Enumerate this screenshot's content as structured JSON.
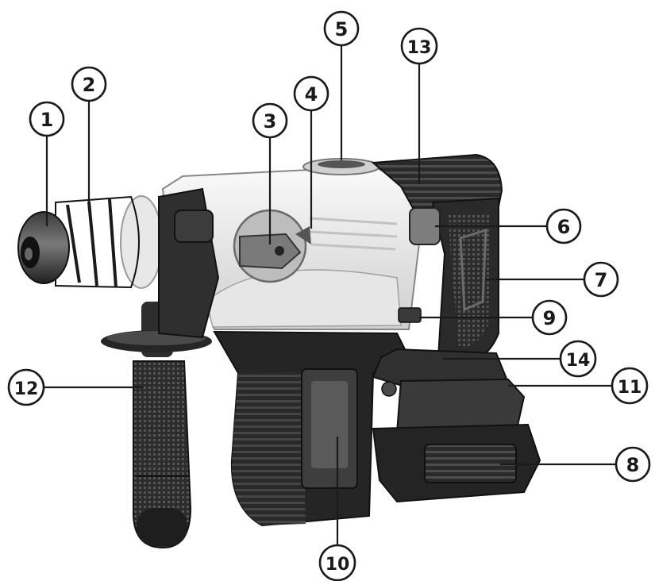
{
  "callouts": {
    "c1": "1",
    "c2": "2",
    "c3": "3",
    "c4": "4",
    "c5": "5",
    "c6": "6",
    "c7": "7",
    "c8": "8",
    "c9": "9",
    "c10": "10",
    "c11": "11",
    "c12": "12",
    "c13": "13",
    "c14": "14"
  },
  "colors": {
    "ink": "#1a1a1a",
    "dark_body": "#2b2b2b",
    "mid_gray": "#5a5a5a",
    "housing_white": "#f2f2f2"
  }
}
